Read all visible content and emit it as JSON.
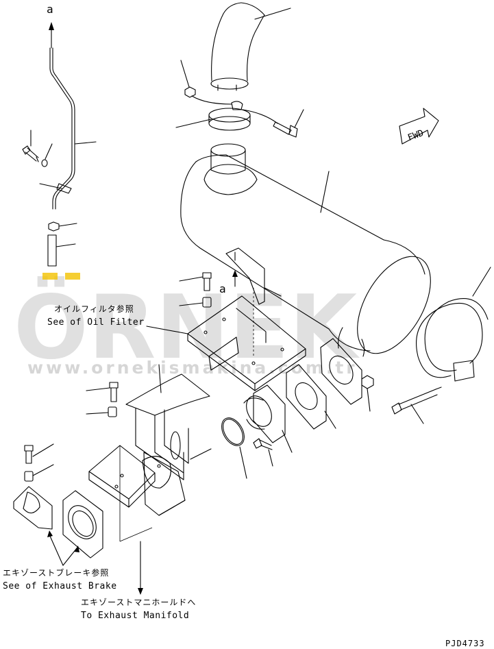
{
  "watermark": {
    "brand": "ÖRNEK",
    "url": "www.ornekismakina.com.tr",
    "color": "#d4d4d4",
    "accent": "#f2c200"
  },
  "markers": {
    "top_ref": "a",
    "mid_ref": "a",
    "fwd": "FWD"
  },
  "callouts": {
    "oil_filter_jp": "オイルフィルタ参照",
    "oil_filter_en": "See of Oil Filter",
    "exhaust_brake_jp": "エキゾーストブレーキ参照",
    "exhaust_brake_en": "See of Exhaust Brake",
    "exhaust_manifold_jp": "エキゾーストマニホールドへ",
    "exhaust_manifold_en": "To Exhaust Manifold"
  },
  "drawing_number": "PJD4733"
}
